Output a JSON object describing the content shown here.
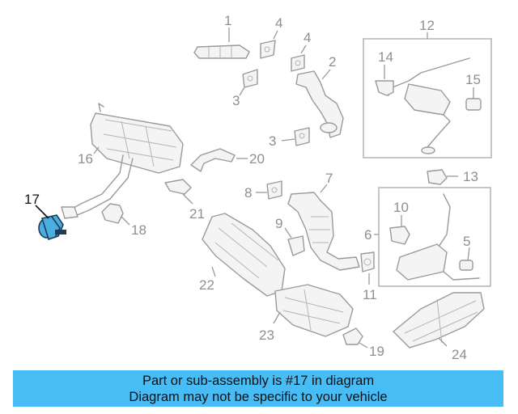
{
  "diagram": {
    "highlighted_part": "17",
    "callouts": [
      "1",
      "2",
      "3",
      "3",
      "4",
      "4",
      "5",
      "6",
      "7",
      "8",
      "9",
      "10",
      "11",
      "12",
      "13",
      "14",
      "15",
      "16",
      "17",
      "18",
      "19",
      "20",
      "21",
      "22",
      "23",
      "24"
    ]
  },
  "banner": {
    "line1": "Part or sub-assembly is #17 in diagram",
    "line2": "Diagram may not be specific to your vehicle"
  },
  "colors": {
    "banner_background": "#48bdf5",
    "highlight_part": "#4aaee0",
    "line_art": "#9a9a9a"
  }
}
